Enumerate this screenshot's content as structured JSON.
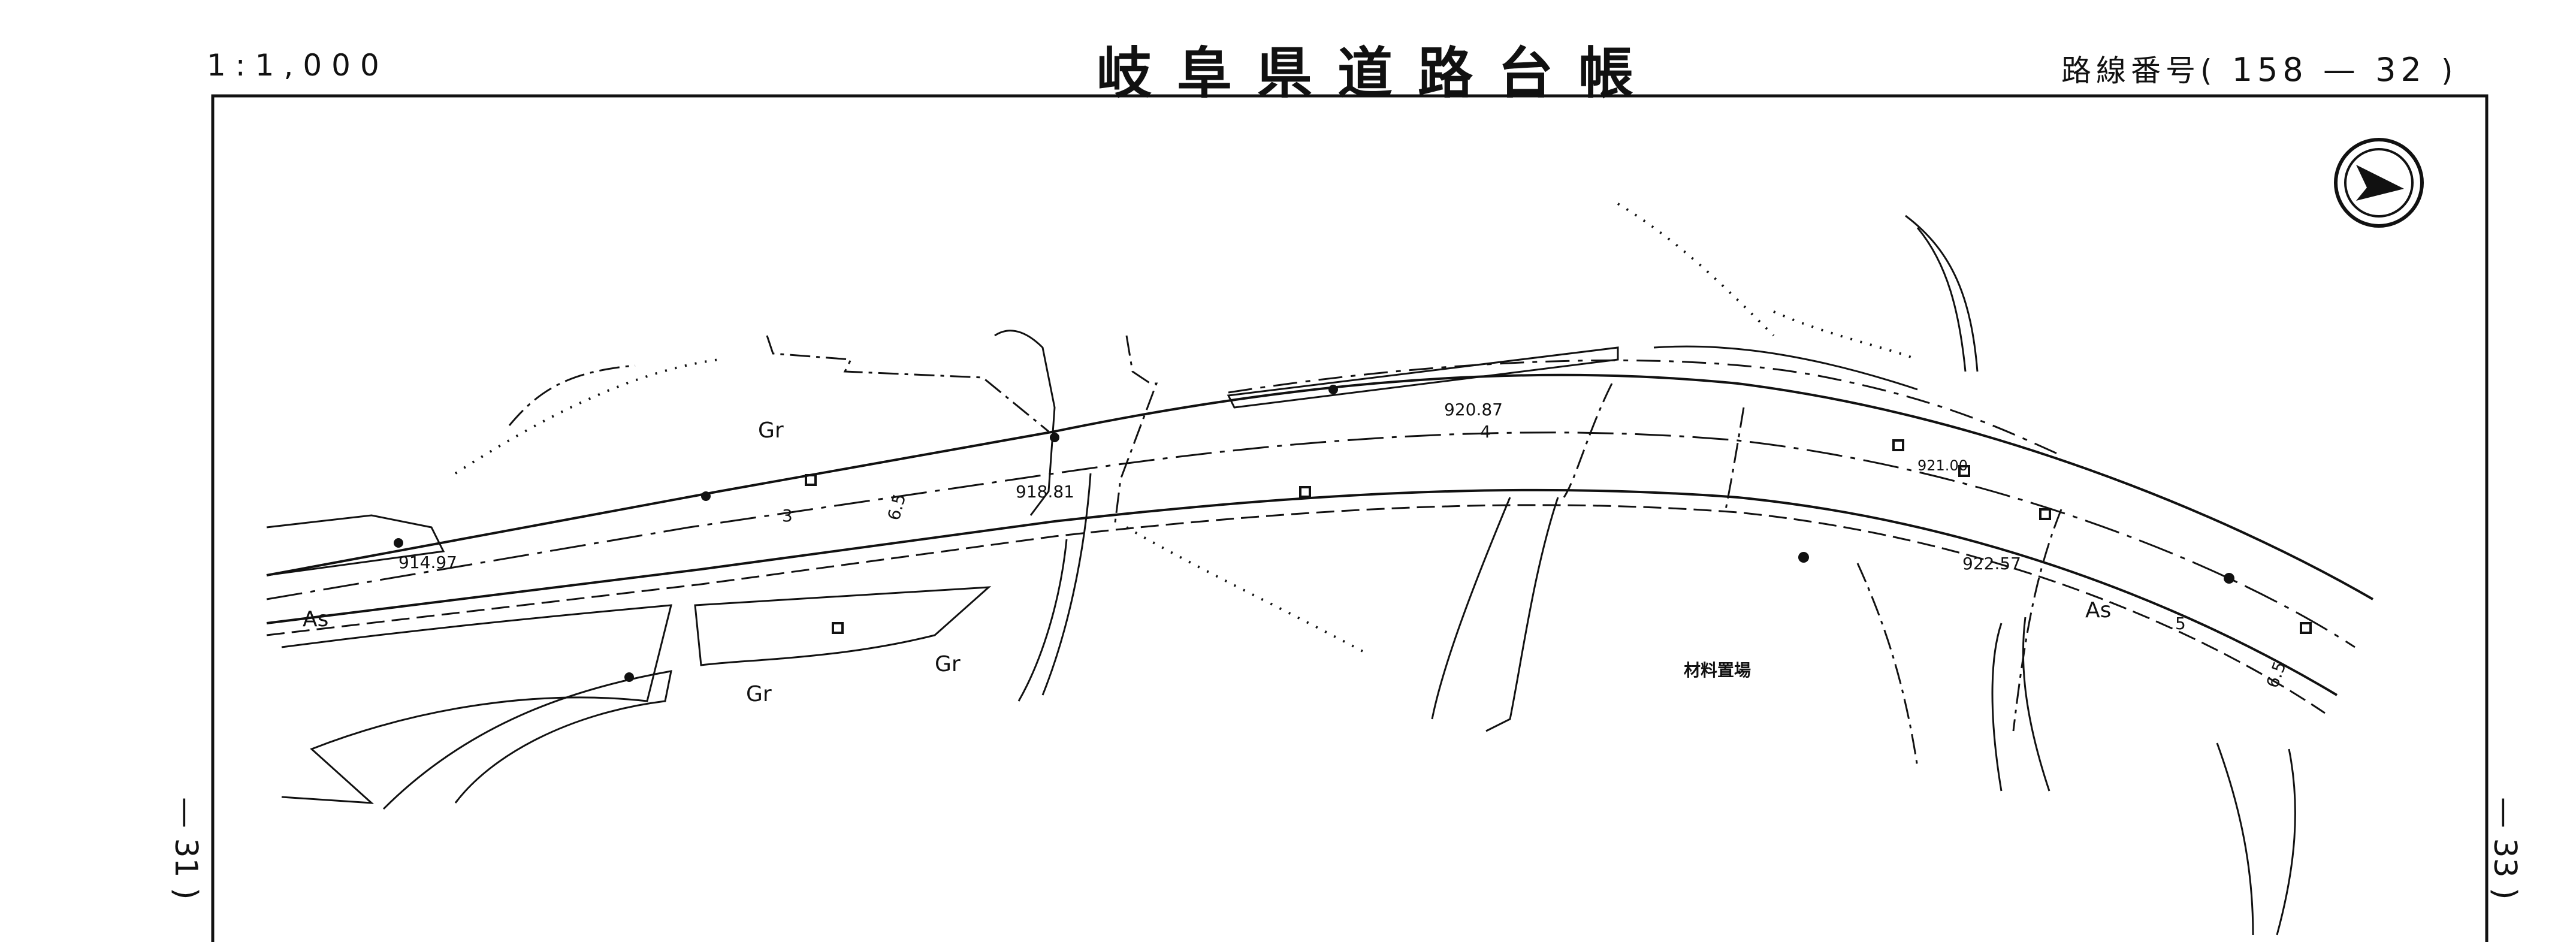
{
  "header": {
    "scale": "1:1,000",
    "title": "岐阜県道路台帳",
    "route_prefix": "路線番号(",
    "route_number": "158 — 32",
    "route_suffix": ")"
  },
  "sheet_refs": {
    "left": "— 31 )",
    "right": "— 33 )"
  },
  "map": {
    "surface_labels": {
      "gr_1": "Gr",
      "gr_2": "Gr",
      "gr_3": "Gr",
      "as_1": "As",
      "as_2": "As"
    },
    "elevations": {
      "e1": "914.97",
      "e2": "918.81",
      "e3": "920.87",
      "e4": "921.00",
      "e5": "922.57"
    },
    "widths": {
      "w1": "6.5",
      "w2": "6.5"
    },
    "station_numbers": {
      "s3": "3",
      "s4": "4",
      "s5": "5"
    },
    "place_label": "材料置場"
  }
}
